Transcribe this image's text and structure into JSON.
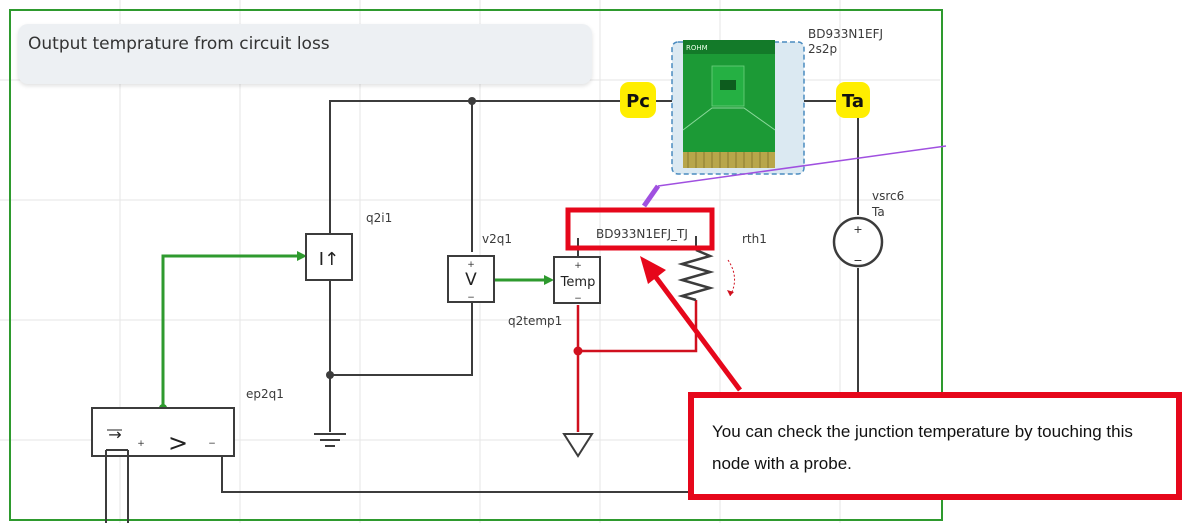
{
  "title": "Output temprature from circuit loss",
  "component": {
    "name": "BD933N1EFJ",
    "variant": "2s2p",
    "logo": "ROHM"
  },
  "ports": {
    "pc": "Pc",
    "ta": "Ta"
  },
  "labels": {
    "q2i1": "q2i1",
    "v2q1": "v2q1",
    "q2temp1": "q2temp1",
    "rth1": "rth1",
    "vsrc6": "vsrc6",
    "vsrc6_sub": "Ta",
    "ep2q1": "ep2q1",
    "tj_node": "BD933N1EFJ_TJ"
  },
  "symbols": {
    "current_source": "I↑",
    "voltmeter": "V",
    "temp_block": "Temp",
    "plus": "+",
    "minus": "−",
    "comparator": ">",
    "arrow": "→"
  },
  "callout": {
    "text": "You can check the junction temperature by touching this node with a probe."
  },
  "colors": {
    "frame": "#2e9a2e",
    "wire": "#3c3c3c",
    "signal": "#2e9a2e",
    "highlight": "#e6071b",
    "port_bg": "#ffee00",
    "probe": "#a050e0"
  }
}
